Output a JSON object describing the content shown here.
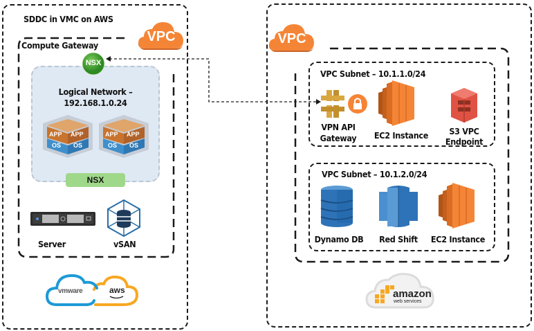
{
  "left_panel": {
    "title": "SDDC in VMC on AWS",
    "vpc_badge": "VPC",
    "compute_gateway": {
      "title": "Compute Gateway",
      "nsx_top_badge": "NSX",
      "logical_network": {
        "label_line1": "Logical Network –",
        "label_line2": "192.168.1.0.24",
        "vms": [
          {
            "app_left": "APP",
            "app_right": "APP",
            "os_left": "OS",
            "os_right": "OS"
          },
          {
            "app_left": "APP",
            "app_right": "APP",
            "os_left": "OS",
            "os_right": "OS"
          }
        ],
        "nsx_bar": "NSX"
      },
      "server_label": "Server",
      "vsan_label": "vSAN"
    },
    "logos": {
      "vmware": "vmware",
      "aws": "aws"
    }
  },
  "right_panel": {
    "vpc_badge": "VPC",
    "subnets": [
      {
        "title": "VPC Subnet – 10.1.1.0/24",
        "items": [
          {
            "icon": "api-gateway-lock-icon",
            "label_line1": "VPN API",
            "label_line2": "Gateway"
          },
          {
            "icon": "ec2-icon",
            "label_line1": "EC2 Instance",
            "label_line2": ""
          },
          {
            "icon": "s3-icon",
            "label_line1": "S3 VPC",
            "label_line2": "Endpoint"
          }
        ]
      },
      {
        "title": "VPC Subnet – 10.1.2.0/24",
        "items": [
          {
            "icon": "dynamodb-icon",
            "label_line1": "Dynamo DB"
          },
          {
            "icon": "redshift-icon",
            "label_line1": "Red Shift"
          },
          {
            "icon": "ec2-icon",
            "label_line1": "EC2 Instance"
          }
        ]
      }
    ],
    "logo": {
      "word": "amazon",
      "sub": "web services"
    }
  },
  "colors": {
    "aws_orange": "#f58536",
    "nsx_green": "#4aa232",
    "nsx_bar_green": "#9fd88a",
    "logical_bg": "#dfe9f4",
    "dynamo_blue": "#2e73b8",
    "s3_red": "#e05243",
    "api_gold": "#d9a741",
    "vmware_blue": "#1d9ad6",
    "aws_logo_orange": "#f7a823"
  }
}
